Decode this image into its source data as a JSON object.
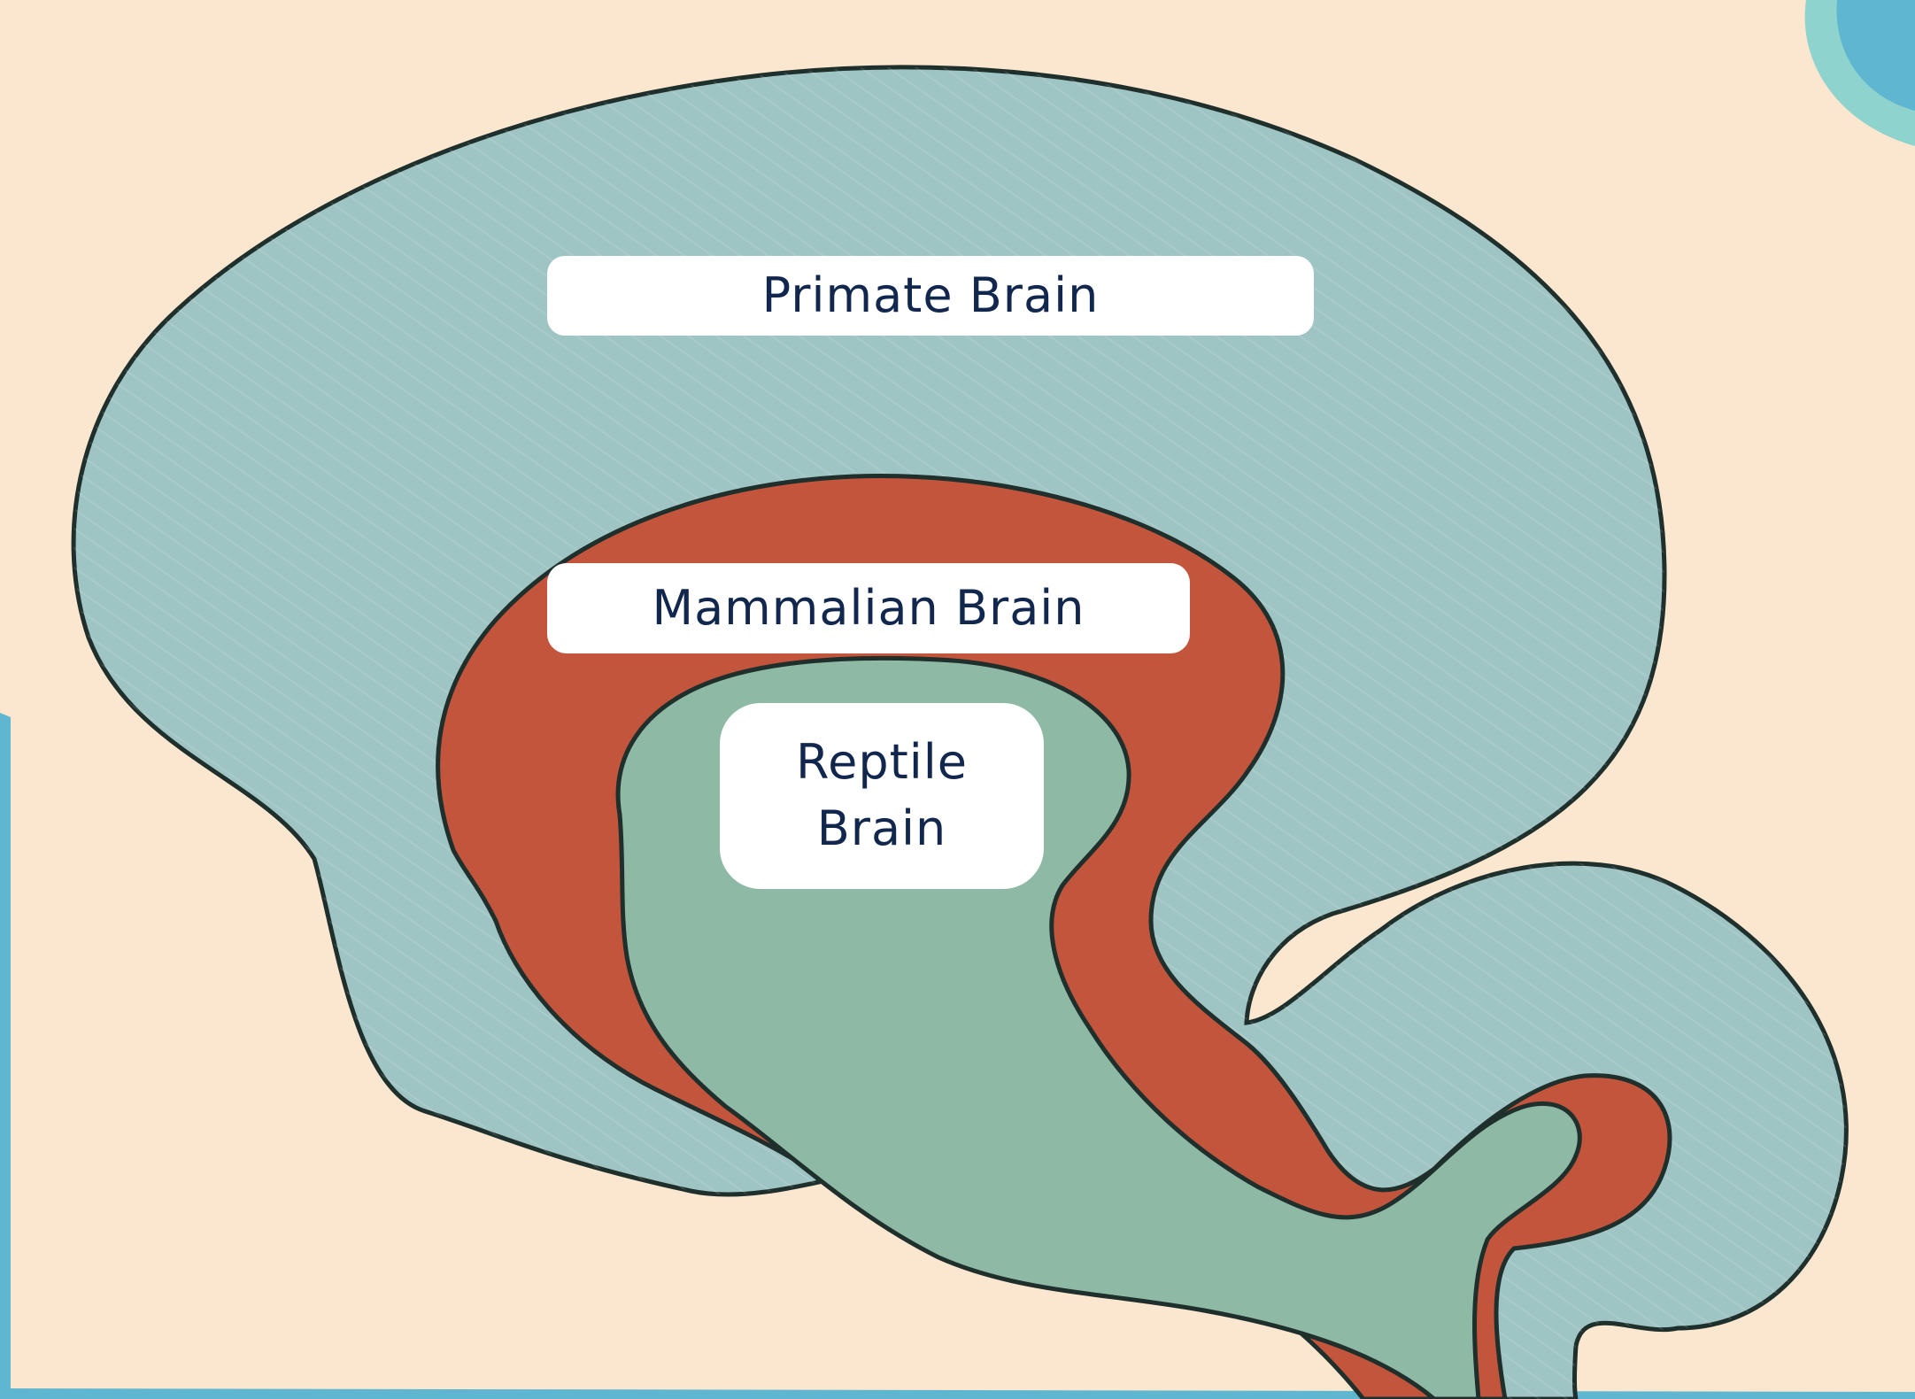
{
  "colors": {
    "background": "#fbe6cf",
    "primate_region": "#9ec4c3",
    "mammalian_region": "#c2553c",
    "reptile_region": "#8eb9a5",
    "outline": "#1e2f2c",
    "label_bg": "#ffffff",
    "label_text": "#12274d",
    "corner_accent": "#5fb6d0"
  },
  "labels": {
    "primate": "Primate Brain",
    "mammalian": "Mammalian Brain",
    "reptile": "Reptile\nBrain"
  }
}
